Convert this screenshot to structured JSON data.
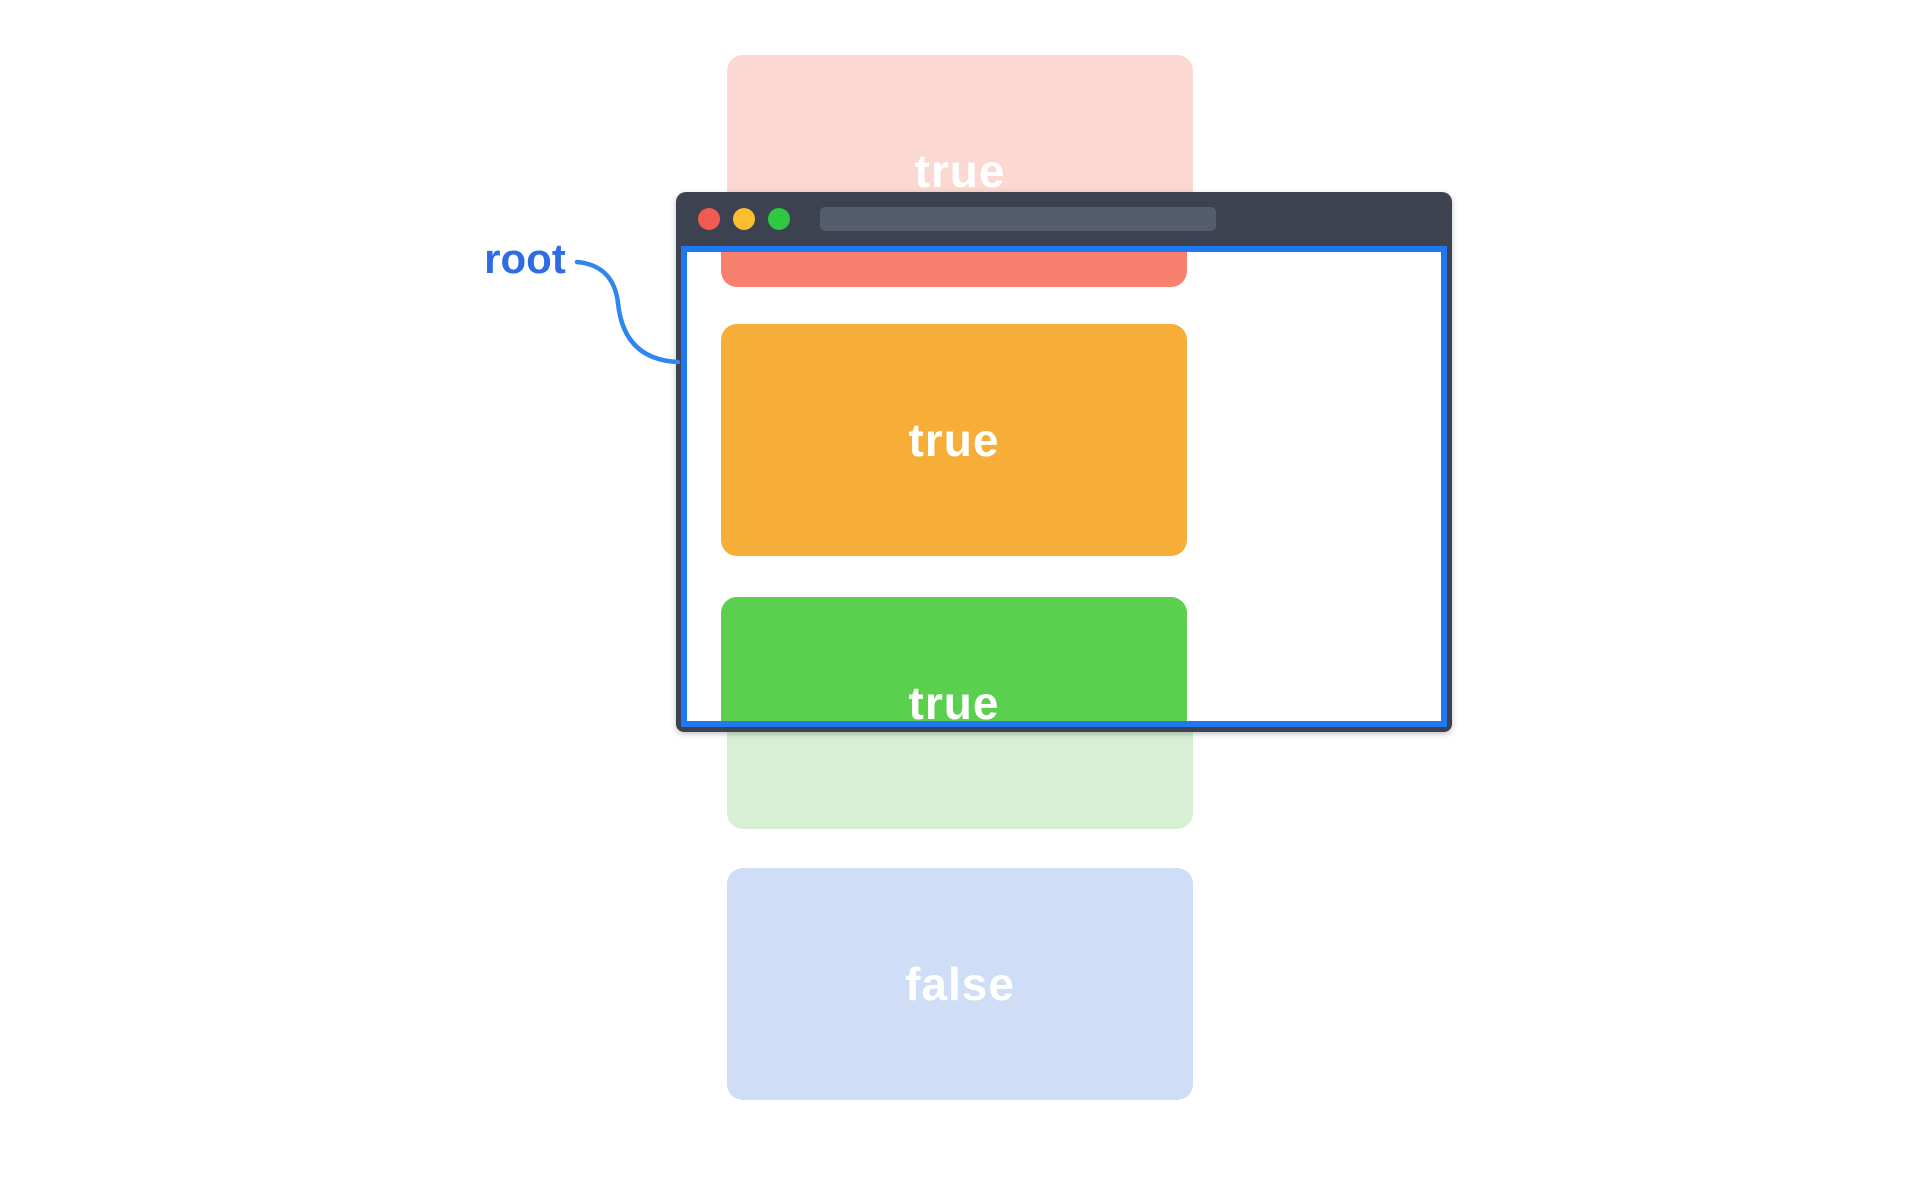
{
  "diagram": {
    "title_hint": "intersection-observer root viewport illustration",
    "root_label": "root",
    "boxes": [
      {
        "label": "true",
        "visibility": "partially inside viewport (top, behind browser chrome)"
      },
      {
        "label": "true",
        "visibility": "fully inside viewport"
      },
      {
        "label": "true",
        "visibility": "partially inside viewport (cut by viewport bottom)"
      },
      {
        "label": "false",
        "visibility": "outside viewport"
      }
    ],
    "window": {
      "traffic_lights": [
        {
          "icon": "close-icon",
          "color": "#f15b51"
        },
        {
          "icon": "minimize-icon",
          "color": "#fcbe31"
        },
        {
          "icon": "zoom-icon",
          "color": "#2ec940"
        }
      ],
      "address_bar_value": ""
    }
  },
  "colors": {
    "box1-solid": "#f8806f",
    "box1-faded": "#fbd8d2",
    "box2-solid": "#f6ae38",
    "box2-faded": "#fce9c7",
    "box3-solid": "#5ad04e",
    "box3-faded": "#d7efd2",
    "box4-solid": "#7aa6ef",
    "box4-faded": "#cfdef6",
    "chrome": "#3c4250",
    "urlbar": "#555c6b",
    "root-border": "#1f78f2",
    "root-label": "#2d6ce2",
    "connector": "#2e86f0",
    "traffic-red": "#f15b51",
    "traffic-yellow": "#fcbe31",
    "traffic-green": "#2ec940"
  }
}
